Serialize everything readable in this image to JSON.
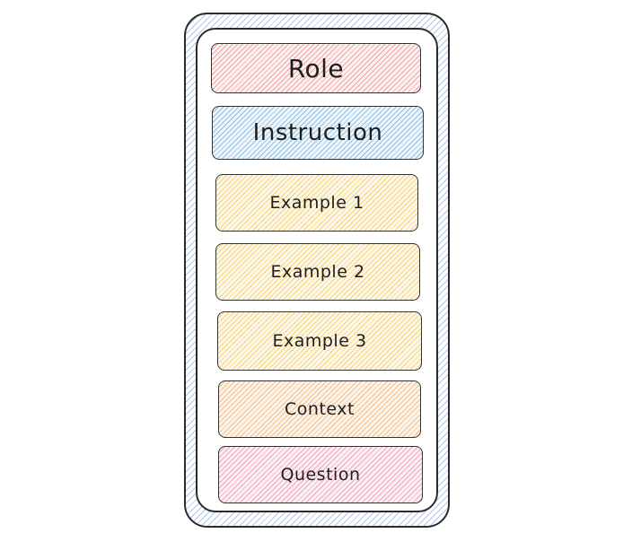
{
  "blocks": [
    {
      "label": "Role",
      "color": "#f0a4a4"
    },
    {
      "label": "Instruction",
      "color": "#8ec1e4"
    },
    {
      "label": "Example 1",
      "color": "#f3d37a"
    },
    {
      "label": "Example 2",
      "color": "#f3d37a"
    },
    {
      "label": "Example 3",
      "color": "#f3d37a"
    },
    {
      "label": "Context",
      "color": "#f2c08e"
    },
    {
      "label": "Question",
      "color": "#eea5bd"
    }
  ],
  "container": {
    "outer_hatch_color": "#aec5e8",
    "stroke_color": "#2b2b2b"
  }
}
